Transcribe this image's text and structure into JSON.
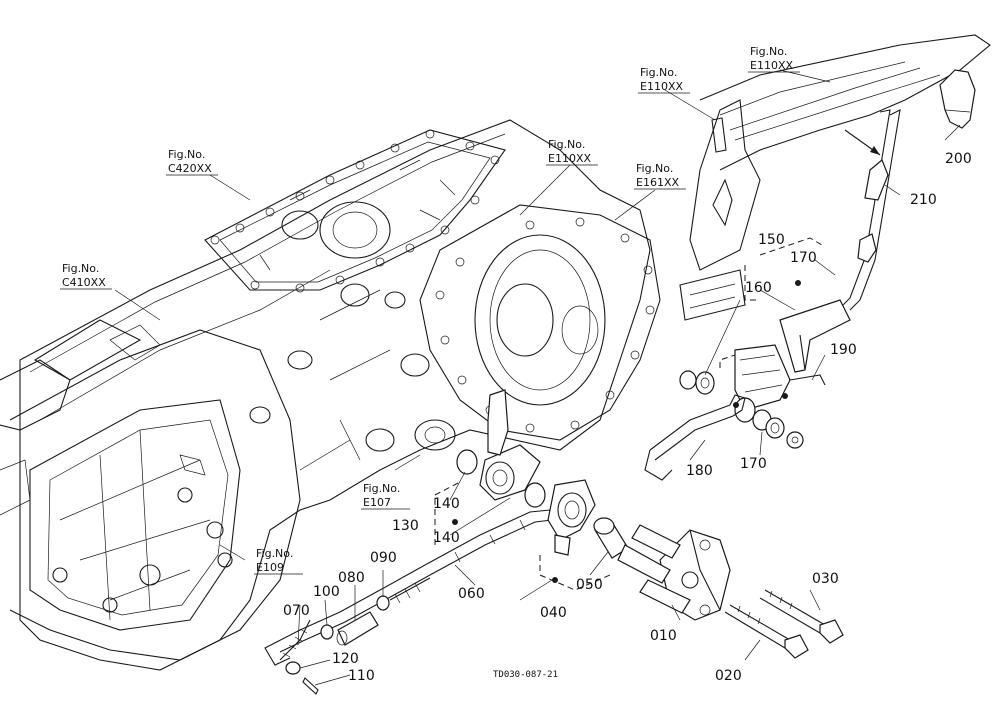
{
  "figure_refs": [
    {
      "id": "e110_top",
      "prefix": "Fig.No.",
      "code": "E110XX"
    },
    {
      "id": "e110_mid",
      "prefix": "Fig.No.",
      "code": "E110XX"
    },
    {
      "id": "e110_center",
      "prefix": "Fig.No.",
      "code": "E110XX"
    },
    {
      "id": "c420",
      "prefix": "Fig.No.",
      "code": "C420XX"
    },
    {
      "id": "e161",
      "prefix": "Fig.No.",
      "code": "E161XX"
    },
    {
      "id": "c410",
      "prefix": "Fig.No.",
      "code": "C410XX"
    },
    {
      "id": "e107",
      "prefix": "Fig.No.",
      "code": "E107"
    },
    {
      "id": "e109",
      "prefix": "Fig.No.",
      "code": "E109"
    }
  ],
  "part_numbers": {
    "p010": "010",
    "p020": "020",
    "p030": "030",
    "p040": "040",
    "p050": "050",
    "p060": "060",
    "p070": "070",
    "p080": "080",
    "p090": "090",
    "p100": "100",
    "p110": "110",
    "p120": "120",
    "p130": "130",
    "p140a": "140",
    "p140b": "140",
    "p150": "150",
    "p160": "160",
    "p170a": "170",
    "p170b": "170",
    "p180": "180",
    "p190": "190",
    "p200": "200",
    "p210": "210"
  },
  "drawing_code": "TD030-087-21",
  "icons": {
    "housing": "transmission-housing-icon",
    "lever": "shift-lever-icon"
  }
}
